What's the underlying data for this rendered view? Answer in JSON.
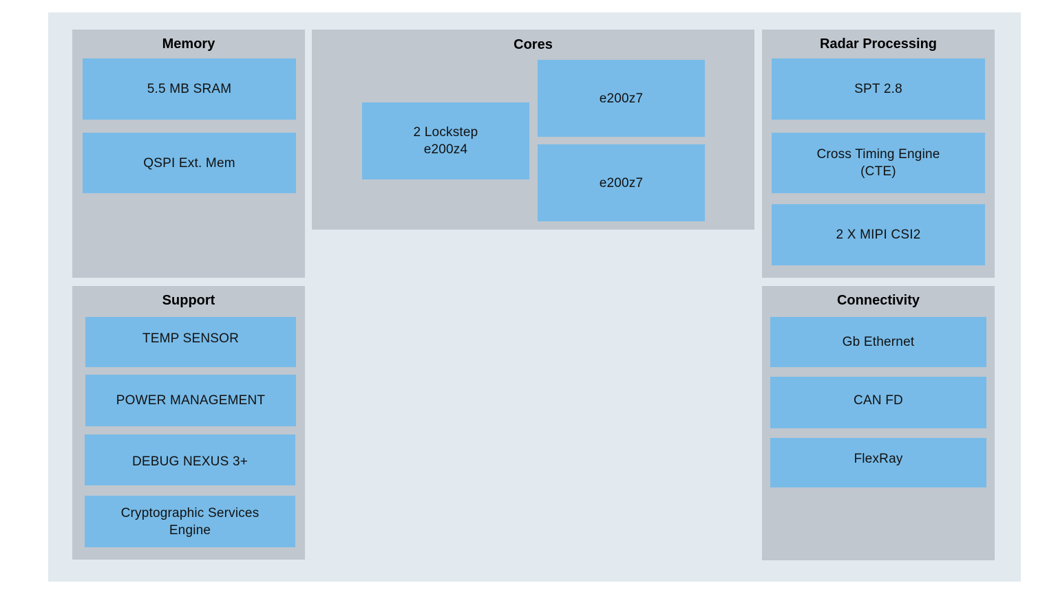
{
  "colors": {
    "background": "#e2eaef",
    "panel": "#c0c7cf",
    "block": "#78bbe8",
    "text": "#111111"
  },
  "memory": {
    "title": "Memory",
    "blocks": [
      "5.5 MB SRAM",
      "QSPI Ext. Mem"
    ]
  },
  "cores": {
    "title": "Cores",
    "lockstep_line1": "2 Lockstep",
    "lockstep_line2": "e200z4",
    "core_a": "e200z7",
    "core_b": "e200z7"
  },
  "radar": {
    "title": "Radar Processing",
    "spt": "SPT 2.8",
    "cte_line1": "Cross Timing Engine",
    "cte_line2": "(CTE)",
    "mipi": "2 X MIPI CSI2"
  },
  "support": {
    "title": "Support",
    "temp": "TEMP SENSOR",
    "power": "POWER MANAGEMENT",
    "debug": "DEBUG NEXUS 3+",
    "crypto_line1": "Cryptographic Services",
    "crypto_line2": "Engine"
  },
  "connectivity": {
    "title": "Connectivity",
    "blocks": [
      "Gb Ethernet",
      "CAN FD",
      "FlexRay"
    ]
  }
}
